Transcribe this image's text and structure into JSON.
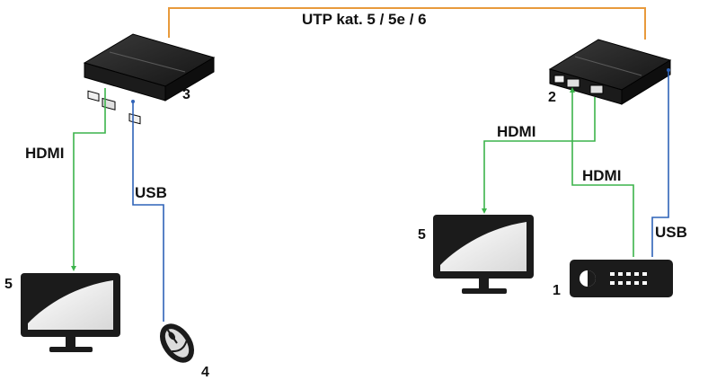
{
  "cable_label": "UTP kat. 5 / 5e / 6",
  "left": {
    "extender_number": "3",
    "hdmi_label": "HDMI",
    "usb_label": "USB",
    "monitor_number": "5",
    "mouse_number": "4"
  },
  "right": {
    "extender_number": "2",
    "hdmi_label_top": "HDMI",
    "hdmi_label_bottom": "HDMI",
    "usb_label": "USB",
    "monitor_number": "5",
    "source_number": "1"
  },
  "colors": {
    "utp": "#e89a3c",
    "hdmi": "#3cb44b",
    "usb": "#2f63b8",
    "device": "#1b1b1b"
  }
}
